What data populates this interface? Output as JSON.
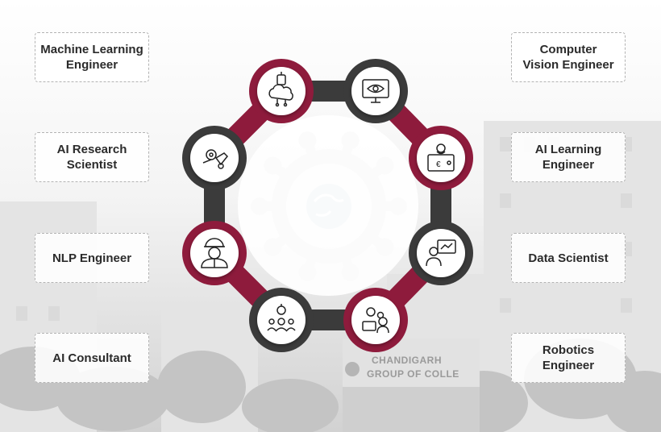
{
  "roles": {
    "left": [
      {
        "label": "Machine Learning\nEngineer"
      },
      {
        "label": "AI Research\nScientist"
      },
      {
        "label": "NLP Engineer"
      },
      {
        "label": "AI Consultant"
      }
    ],
    "right": [
      {
        "label": "Computer\nVision Engineer"
      },
      {
        "label": "AI Learning\nEngineer"
      },
      {
        "label": "Data Scientist"
      },
      {
        "label": "Robotics\nEngineer"
      }
    ]
  },
  "background": {
    "sign_line_1": "CHANDIGARH",
    "sign_line_2": "GROUP OF COLLE"
  },
  "colors": {
    "crimson": "#8e1b3c",
    "charcoal": "#3b3b3b",
    "gear": "#d3d3d3"
  },
  "nodes": [
    {
      "icon": "ai-brain-cloud-icon"
    },
    {
      "icon": "monitor-eye-icon"
    },
    {
      "icon": "ai-learning-board-icon"
    },
    {
      "icon": "data-presentation-icon"
    },
    {
      "icon": "robotics-engineer-icon"
    },
    {
      "icon": "consultant-team-icon"
    },
    {
      "icon": "engineer-helmet-icon"
    },
    {
      "icon": "robot-hand-gear-icon"
    }
  ]
}
